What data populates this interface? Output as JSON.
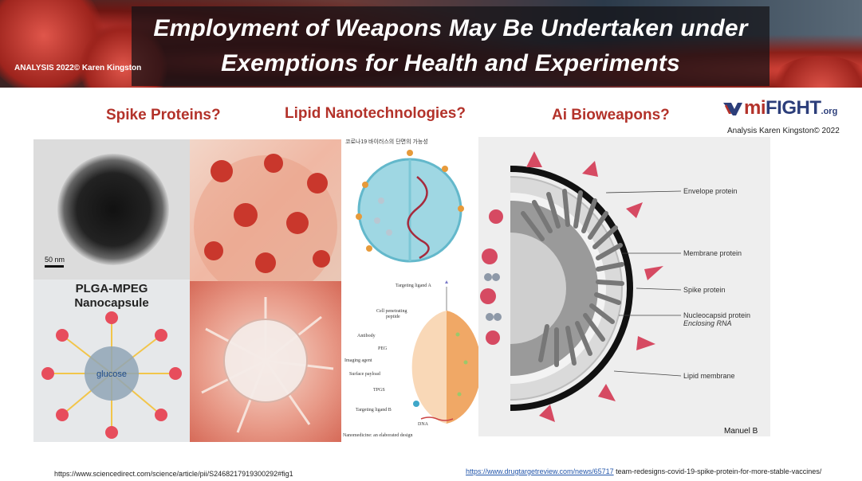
{
  "header": {
    "title_line1": "Employment of Weapons May Be Undertaken under",
    "title_line2": "Exemptions for Health and Experiments",
    "credit": "ANALYSIS 2022© Karen Kingston"
  },
  "sections": [
    {
      "heading": "Spike Proteins?"
    },
    {
      "heading": "Lipid Nanotechnologies?"
    },
    {
      "heading": "Ai Bioweapons?"
    }
  ],
  "logo": {
    "mi": "mi",
    "fight": "FIGHT",
    "org": ".org"
  },
  "analysis_credit": "Analysis Karen Kingston© 2022",
  "images": {
    "micrograph_scale": "50 nm",
    "nanocapsule_title_1": "PLGA-MPEG",
    "nanocapsule_title_2": "Nanocapsule",
    "nanocapsule_core": "glucose",
    "lipid_top_caption": "코로나19 바이러스의 단면의 가능성",
    "nanoparticle_labels": {
      "targeting_a": "Targeting ligand A",
      "cell_penetrating_1": "Cell penetrating",
      "cell_penetrating_2": "peptide",
      "antibody": "Antibody",
      "peg": "PEG",
      "imaging": "Imaging agent",
      "surface_payload": "Surface payload",
      "tpgs": "TPGS",
      "targeting_b": "Targeting ligand B",
      "dna": "DNA",
      "bottom_caption": "Nanomedicine: an elaborated design"
    },
    "virus_labels": {
      "envelope": "Envelope protein",
      "membrane": "Membrane protein",
      "spike": "Spike protein",
      "nucleocapsid": "Nucleocapsid protein",
      "enclosing": "Enclosing RNA",
      "lipid": "Lipid membrane",
      "artist": "Manuel B"
    }
  },
  "footer": {
    "left_url": "https://www.sciencedirect.com/science/article/pii/S2468217919300292#fig1",
    "right_url_link": "https://www.drugtargetreview.com/news/65717",
    "right_url_rest": " team-redesigns-covid-19-spike-protein-for-more-stable-vaccines/"
  },
  "colors": {
    "heading": "#b3322a",
    "logo_blue": "#2c3e7a",
    "link": "#2255aa"
  }
}
